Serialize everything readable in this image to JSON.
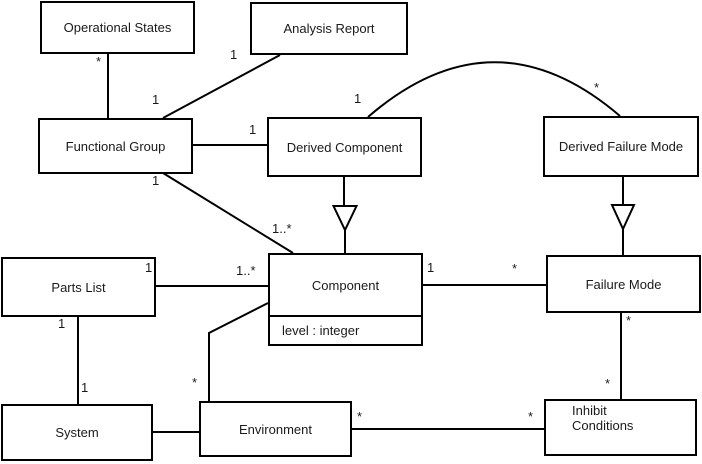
{
  "diagram": {
    "kind": "uml-class-diagram",
    "classes": {
      "operational_states": {
        "name": "Operational States"
      },
      "analysis_report": {
        "name": "Analysis Report"
      },
      "functional_group": {
        "name": "Functional Group"
      },
      "derived_component": {
        "name": "Derived Component"
      },
      "derived_failure_mode": {
        "name": "Derived Failure Mode"
      },
      "parts_list": {
        "name": "Parts List"
      },
      "component": {
        "name": "Component",
        "attributes": [
          "level : integer"
        ]
      },
      "failure_mode": {
        "name": "Failure Mode"
      },
      "system": {
        "name": "System"
      },
      "environment": {
        "name": "Environment"
      },
      "inhibit_conditions": {
        "name": "Inhibit Conditions"
      }
    },
    "associations": [
      {
        "from": "Operational States",
        "to": "Functional Group",
        "from_mult": "*",
        "to_mult": ""
      },
      {
        "from": "Functional Group",
        "to": "Analysis Report",
        "from_mult": "1",
        "to_mult": "1"
      },
      {
        "from": "Functional Group",
        "to": "Derived Component",
        "from_mult": "",
        "to_mult": "1"
      },
      {
        "from": "Functional Group",
        "to": "Component",
        "from_mult": "1",
        "to_mult": "1..*"
      },
      {
        "from": "Parts List",
        "to": "Component",
        "from_mult": "1",
        "to_mult": "1..*"
      },
      {
        "from": "Parts List",
        "to": "System",
        "from_mult": "1",
        "to_mult": "1"
      },
      {
        "from": "Component",
        "to": "Failure Mode",
        "from_mult": "1",
        "to_mult": "*"
      },
      {
        "from": "Derived Component",
        "to": "Derived Failure Mode",
        "from_mult": "1",
        "to_mult": "*",
        "shape": "arc"
      },
      {
        "from": "Component",
        "to": "Environment",
        "from_mult": "",
        "to_mult": "*"
      },
      {
        "from": "System",
        "to": "Environment",
        "from_mult": "",
        "to_mult": ""
      },
      {
        "from": "Environment",
        "to": "Inhibit Conditions",
        "from_mult": "*",
        "to_mult": "*"
      },
      {
        "from": "Failure Mode",
        "to": "Inhibit Conditions",
        "from_mult": "*",
        "to_mult": "*"
      }
    ],
    "generalizations": [
      {
        "child": "Derived Component",
        "parent": "Component"
      },
      {
        "child": "Derived Failure Mode",
        "parent": "Failure Mode"
      }
    ],
    "colors": {
      "line": "#000000",
      "box_fill": "#ffffff",
      "text": "#1a1a1a"
    }
  }
}
